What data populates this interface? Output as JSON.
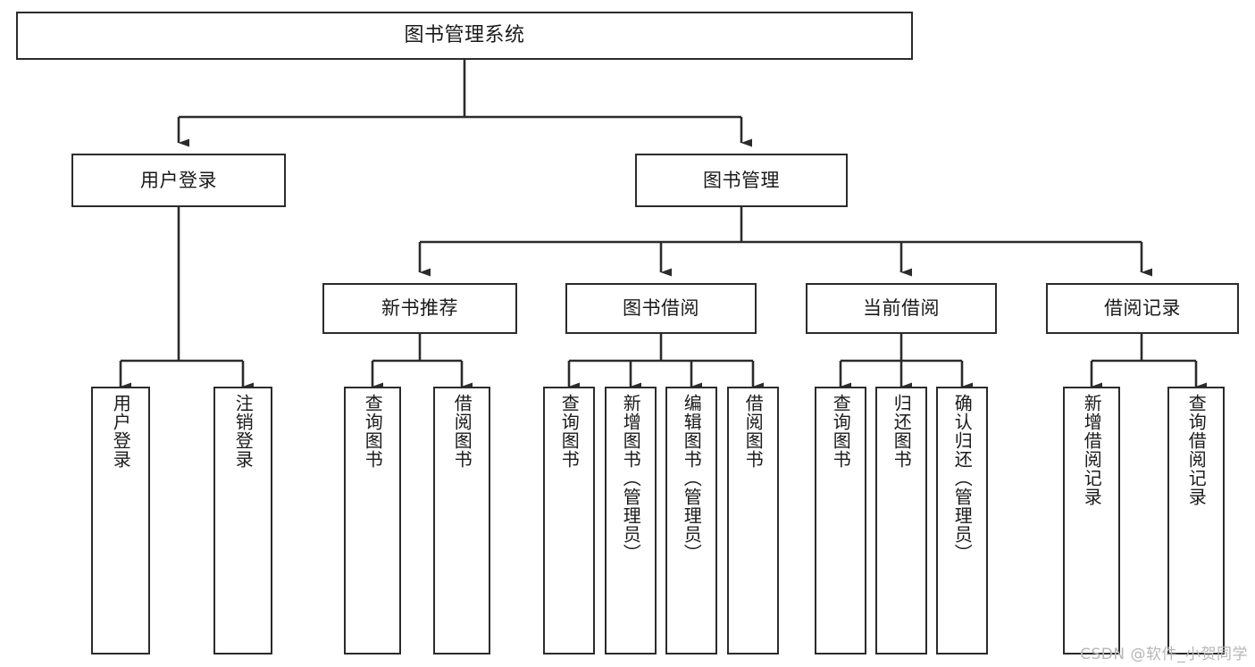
{
  "diagram": {
    "title": "图书管理系统",
    "watermark": "CSDN @软件_小贺同学",
    "colors": {
      "stroke": "#2b2b2b",
      "fill": "#ffffff",
      "text": "#1a1a1a",
      "watermark": "#b6b6b6"
    },
    "nodes": {
      "root": {
        "label": "图书管理系统"
      },
      "level2": [
        {
          "id": "user-login",
          "label": "用户登录"
        },
        {
          "id": "book-management",
          "label": "图书管理"
        }
      ],
      "level3": [
        {
          "id": "new-book-recommend",
          "label": "新书推荐"
        },
        {
          "id": "book-borrow",
          "label": "图书借阅"
        },
        {
          "id": "current-borrow",
          "label": "当前借阅"
        },
        {
          "id": "borrow-record",
          "label": "借阅记录"
        }
      ],
      "leaves": [
        {
          "id": "leaf-user-login",
          "label": "用户登录",
          "parent": "user-login"
        },
        {
          "id": "leaf-logout",
          "label": "注销登录",
          "parent": "user-login"
        },
        {
          "id": "leaf-query-book-1",
          "label": "查询图书",
          "parent": "new-book-recommend"
        },
        {
          "id": "leaf-borrow-book-1",
          "label": "借阅图书",
          "parent": "new-book-recommend"
        },
        {
          "id": "leaf-query-book-2",
          "label": "查询图书",
          "parent": "book-borrow"
        },
        {
          "id": "leaf-add-book",
          "label": "新增图书（管理员）",
          "parent": "book-borrow"
        },
        {
          "id": "leaf-edit-book",
          "label": "编辑图书（管理员）",
          "parent": "book-borrow"
        },
        {
          "id": "leaf-borrow-book-2",
          "label": "借阅图书",
          "parent": "book-borrow"
        },
        {
          "id": "leaf-query-book-3",
          "label": "查询图书",
          "parent": "current-borrow"
        },
        {
          "id": "leaf-return-book",
          "label": "归还图书",
          "parent": "current-borrow"
        },
        {
          "id": "leaf-confirm-return",
          "label": "确认归还（管理员）",
          "parent": "current-borrow"
        },
        {
          "id": "leaf-add-record",
          "label": "新增借阅记录",
          "parent": "borrow-record"
        },
        {
          "id": "leaf-query-record",
          "label": "查询借阅记录",
          "parent": "borrow-record"
        }
      ]
    }
  }
}
